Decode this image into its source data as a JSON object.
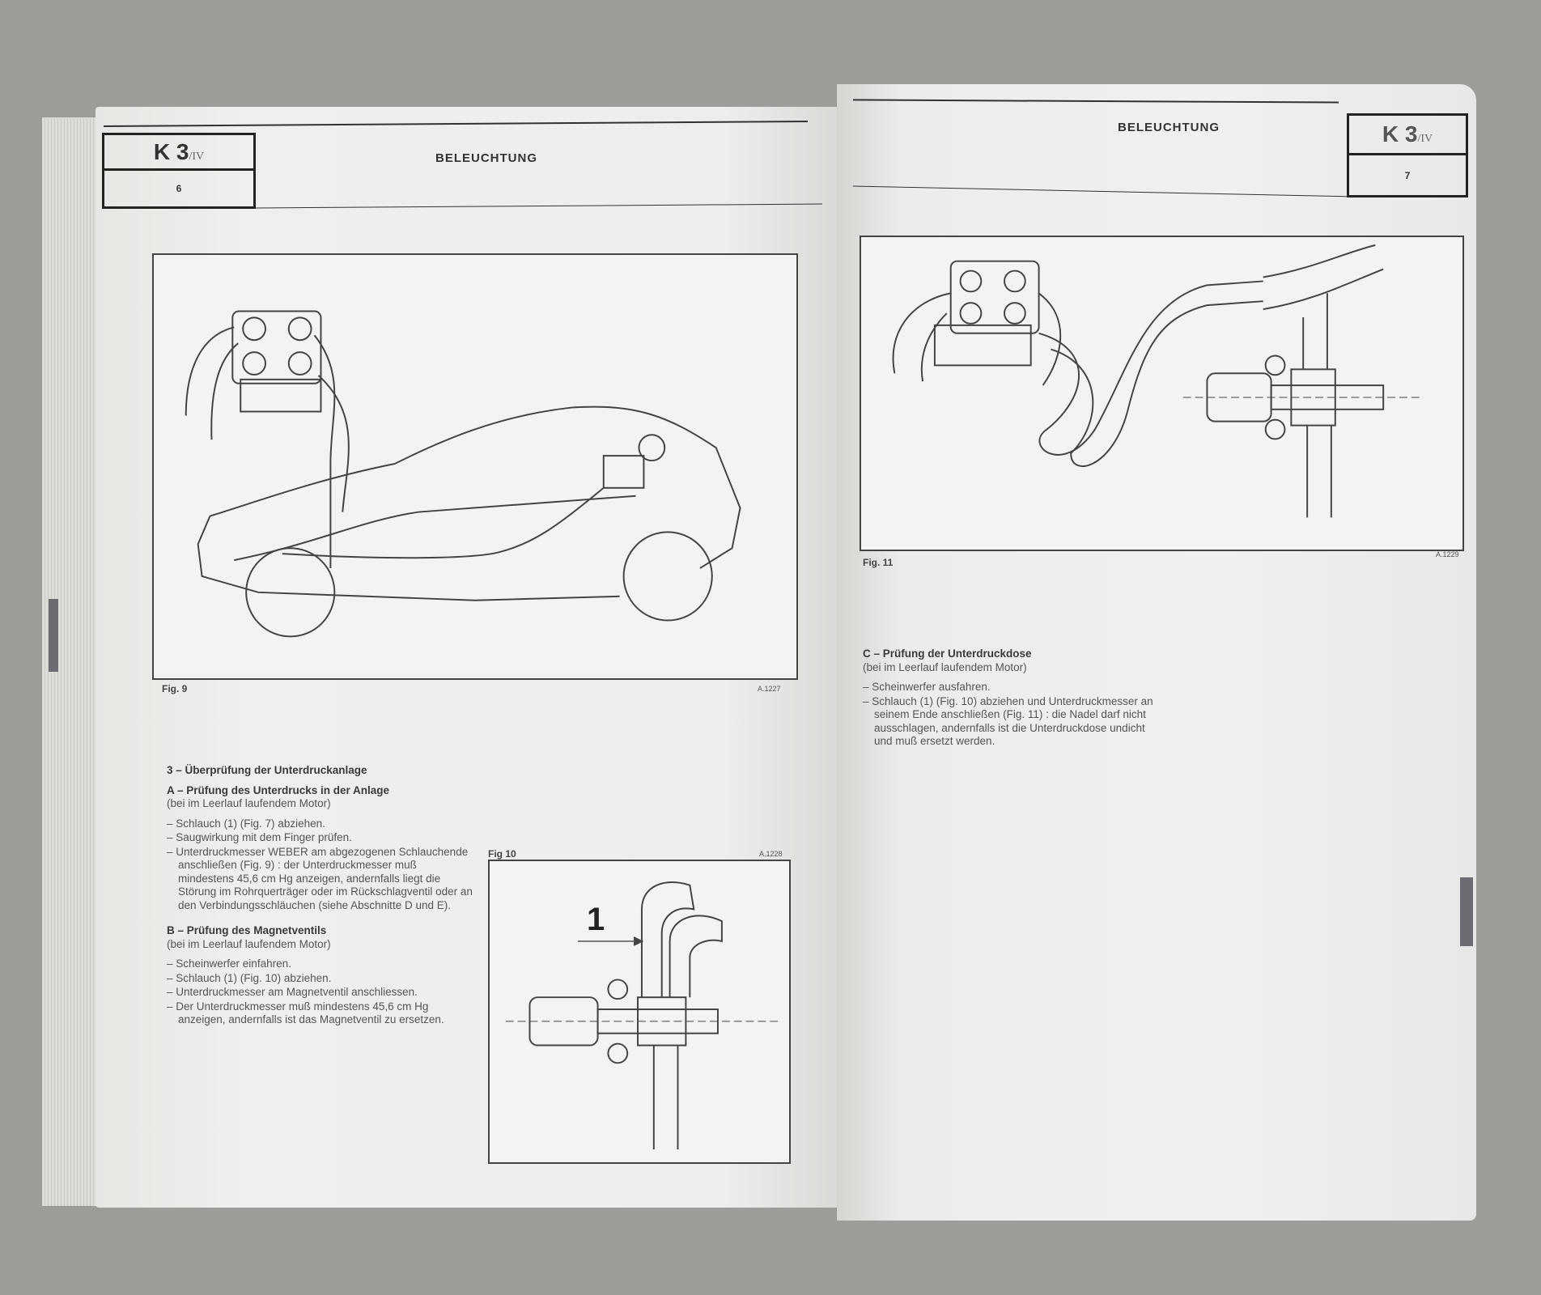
{
  "left_page": {
    "code": "K 3",
    "code_suffix": "/IV",
    "page_number": "6",
    "title": "BELEUCHTUNG",
    "figure_9": {
      "caption": "Fig. 9",
      "ref": "A.1227"
    },
    "figure_10": {
      "caption": "Fig 10",
      "ref": "A.1228",
      "callout": "1"
    },
    "section_heading": "3 – Überprüfung der Unterdruckanlage",
    "section_a": {
      "heading": "A – Prüfung des Unterdrucks in der Anlage",
      "condition": "(bei im Leerlauf laufendem Motor)",
      "steps": [
        "Schlauch (1) (Fig. 7) abziehen.",
        "Saugwirkung mit dem Finger prüfen.",
        "Unterdruckmesser WEBER am abgezogenen Schlauchende anschließen (Fig. 9) : der Unterdruckmesser muß mindestens 45,6 cm Hg anzeigen, andernfalls liegt die Störung im Rohrquerträger oder im Rückschlagventil oder an den Verbindungsschläuchen (siehe Abschnitte D und E)."
      ]
    },
    "section_b": {
      "heading": "B – Prüfung des Magnetventils",
      "condition": "(bei im Leerlauf laufendem Motor)",
      "steps": [
        "Scheinwerfer einfahren.",
        "Schlauch (1) (Fig. 10) abziehen.",
        "Unterdruckmesser am Magnetventil anschliessen.",
        "Der Unterdruckmesser muß mindestens 45,6 cm Hg anzeigen, andernfalls ist das Magnetventil zu ersetzen."
      ]
    }
  },
  "right_page": {
    "code": "K 3",
    "code_suffix": "/IV",
    "page_number": "7",
    "title": "BELEUCHTUNG",
    "figure_11": {
      "caption": "Fig. 11",
      "ref": "A.1229"
    },
    "section_c": {
      "heading": "C – Prüfung der Unterdruckdose",
      "condition": "(bei im Leerlauf laufendem Motor)",
      "steps": [
        "Scheinwerfer ausfahren.",
        "Schlauch (1) (Fig. 10) abziehen und Unterdruckmesser an seinem Ende anschließen (Fig. 11) : die Nadel darf nicht ausschlagen, andernfalls ist die Unterdruckdose undicht und muß ersetzt werden."
      ]
    }
  }
}
